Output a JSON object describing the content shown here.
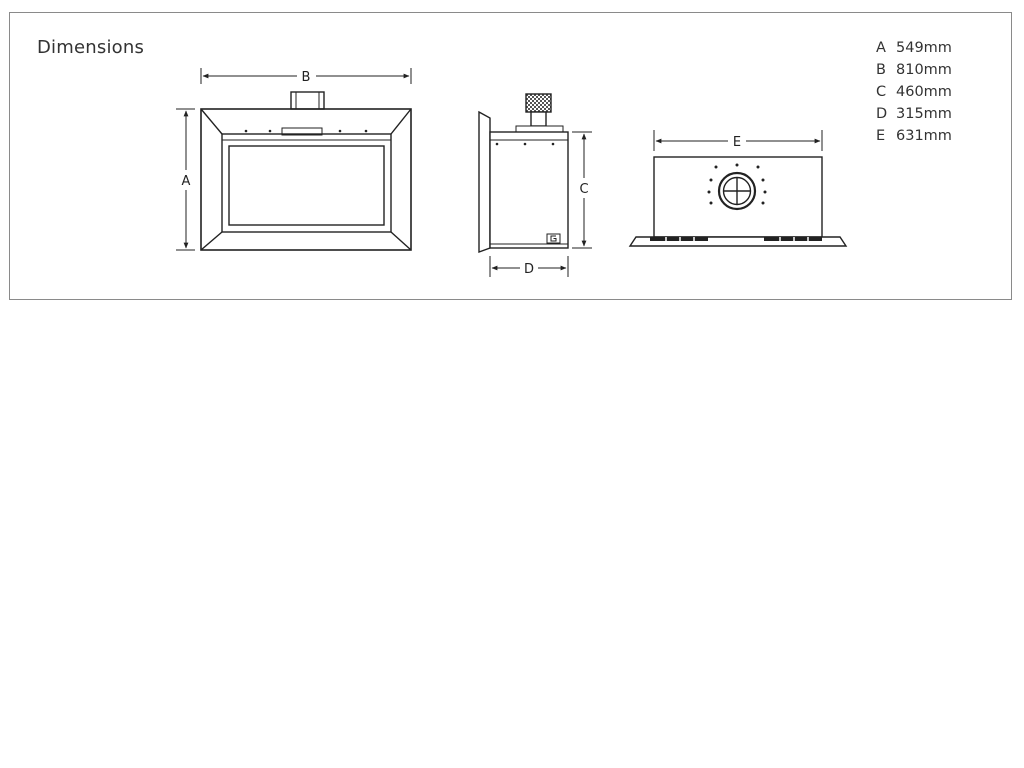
{
  "title": "Dimensions",
  "dimension_letters": {
    "a": "A",
    "b": "B",
    "c": "C",
    "d": "D",
    "e": "E"
  },
  "legend": [
    {
      "key": "A",
      "value": "549mm"
    },
    {
      "key": "B",
      "value": "810mm"
    },
    {
      "key": "C",
      "value": "460mm"
    },
    {
      "key": "D",
      "value": "315mm"
    },
    {
      "key": "E",
      "value": "631mm"
    }
  ],
  "colors": {
    "stroke": "#222222",
    "frame_border": "#8a8a8a",
    "vent_mesh": "#555555"
  }
}
